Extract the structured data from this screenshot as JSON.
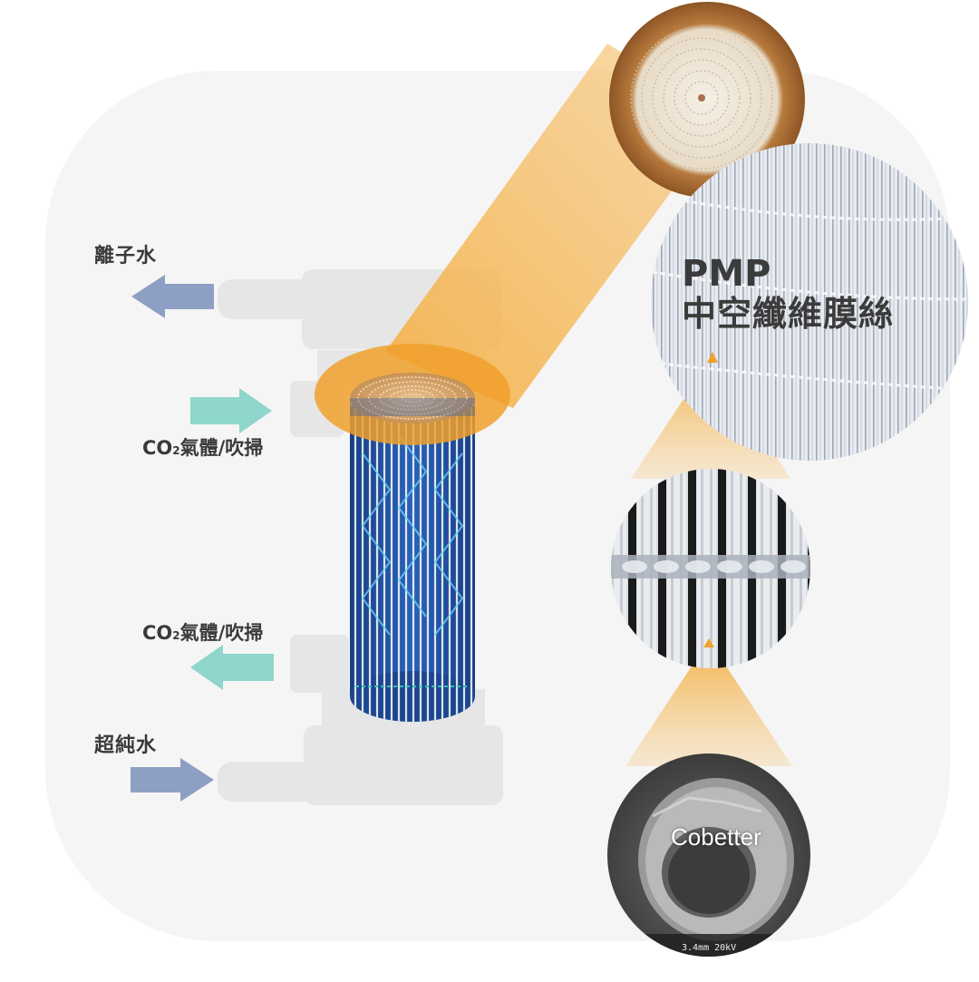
{
  "labels": {
    "di_water": "離子水",
    "co2_in": {
      "prefix": "CO",
      "sub": "2",
      "text": "氣體/吹掃"
    },
    "co2_out": {
      "prefix": "CO",
      "sub": "2",
      "text": "氣體/吹掃"
    },
    "ultrapure_water": "超純水"
  },
  "callout": {
    "title_line1": "PMP",
    "title_line2": "中空纖維膜絲"
  },
  "sem": {
    "brand": "Cobetter",
    "scale_text": "3.4mm 20kV"
  },
  "colors": {
    "background_panel": "#f5f5f5",
    "housing": "#e6e6e6",
    "water_arrow": "#8e9fc4",
    "gas_arrow": "#8fd6cc",
    "cartridge_blue": "#1f4fa0",
    "highlight_orange": "#f0a02c",
    "fiber_end_tan": "#d9a870"
  }
}
